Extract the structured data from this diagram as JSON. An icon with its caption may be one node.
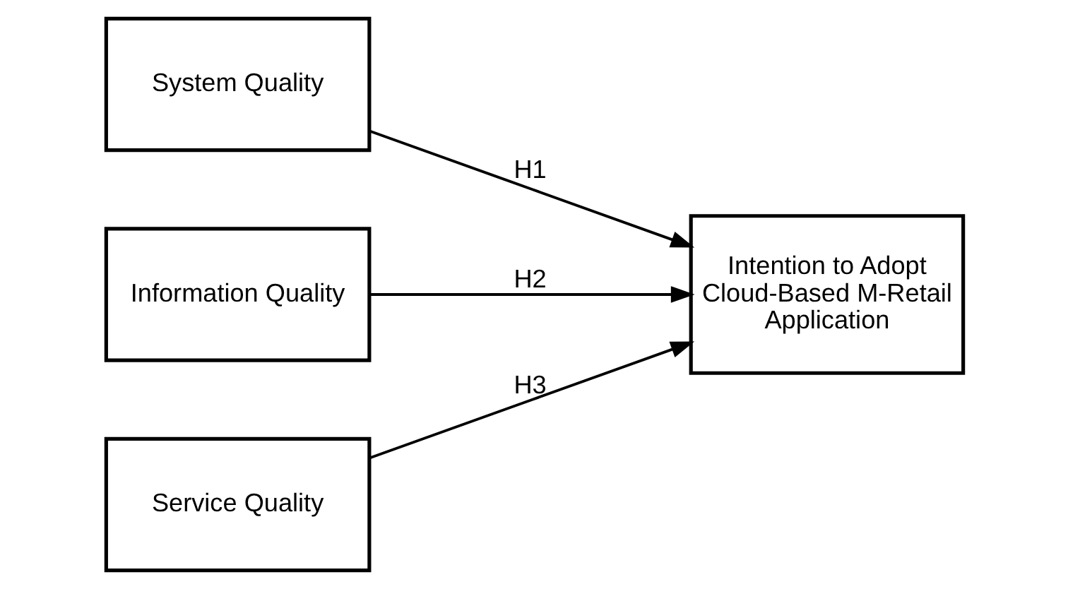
{
  "diagram": {
    "nodes": [
      {
        "text": [
          "System Quality"
        ]
      },
      {
        "text": [
          "Information Quality"
        ]
      },
      {
        "text": [
          "Service Quality"
        ]
      },
      {
        "text": [
          "Intention to Adopt Cloud-Based M-Retail Application"
        ]
      }
    ],
    "edges": [
      {
        "from": 0,
        "to": 3,
        "arrow": "to",
        "label": "H1"
      },
      {
        "from": 1,
        "to": 3,
        "arrow": "to",
        "label": "H2"
      },
      {
        "from": 2,
        "to": 3,
        "arrow": "to",
        "label": "H3"
      }
    ]
  }
}
